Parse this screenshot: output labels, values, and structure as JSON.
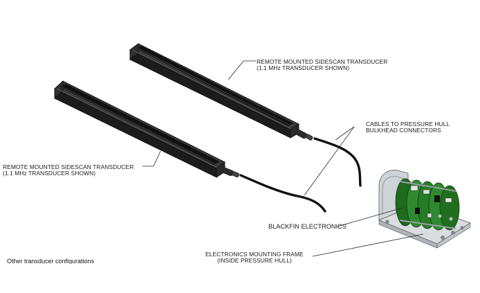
{
  "labels": {
    "transducer_top_line1": "REMOTE MOUNTED SIDESCAN TRANSDUCER",
    "transducer_top_line2": "(1.1 MHz TRANSDUCER SHOWN)",
    "transducer_left_line1": "REMOTE MOUNTED SIDESCAN TRANSDUCER",
    "transducer_left_line2": "(1.1 MHz TRANSDUCER SHOWN)",
    "cables_line1": "CABLES TO PRESSURE HULL",
    "cables_line2": "BULKHEAD CONNECTORS",
    "electronics": "BLACKFIN ELECTRONICS",
    "frame_line1": "ELECTRONICS MOUNTING FRAME",
    "frame_line2": "(INSIDE PRESSURE HULL)"
  },
  "caption": "Other transducer configurations",
  "colors": {
    "transducer_body": "#1c1c1c",
    "transducer_edge": "#4a4a4a",
    "pcb_green": "#2f8a2f",
    "frame_metal": "#cfd4d8",
    "leader_line": "#222222"
  }
}
